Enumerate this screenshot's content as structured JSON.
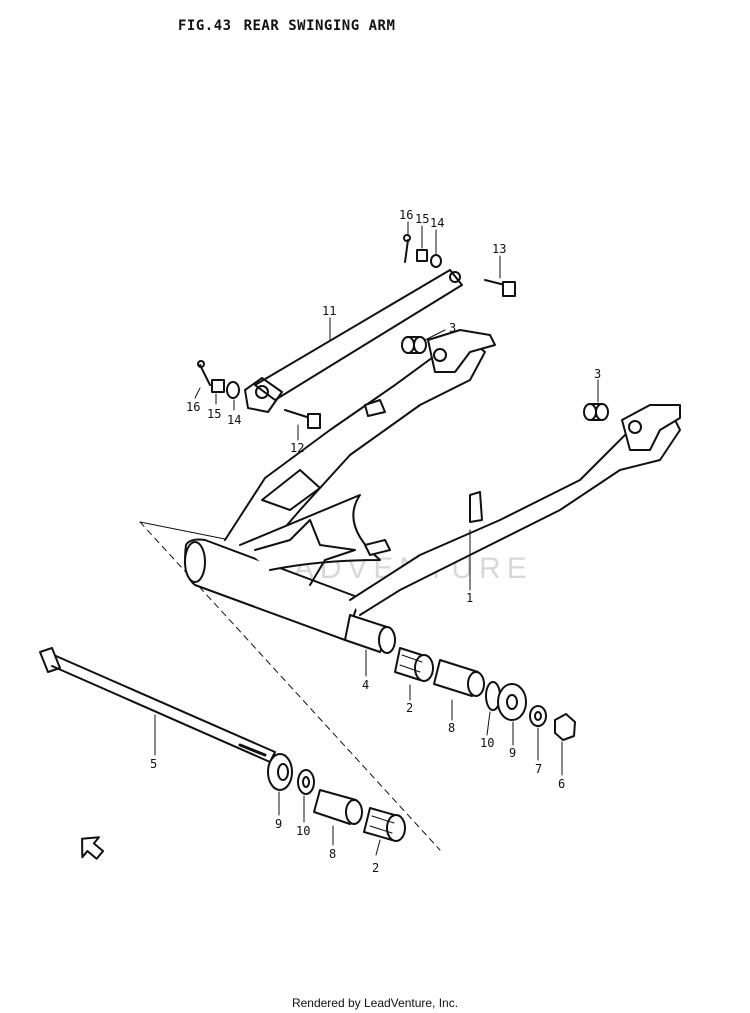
{
  "figure": {
    "number": "FIG.43",
    "title": "REAR SWINGING ARM"
  },
  "watermark": "LEADVENTURE",
  "footer": "Rendered by LeadVenture, Inc.",
  "callouts": {
    "c16a": "16",
    "c15a": "15",
    "c14a": "14",
    "c13": "13",
    "c11": "11",
    "c3a": "3",
    "c16b": "16",
    "c15b": "15",
    "c14b": "14",
    "c12": "12",
    "c3b": "3",
    "c1": "1",
    "c4": "4",
    "c2a": "2",
    "c8a": "8",
    "c10a": "10",
    "c9a": "9",
    "c7": "7",
    "c6": "6",
    "c5": "5",
    "c9b": "9",
    "c10b": "10",
    "c8b": "8",
    "c2b": "2"
  }
}
